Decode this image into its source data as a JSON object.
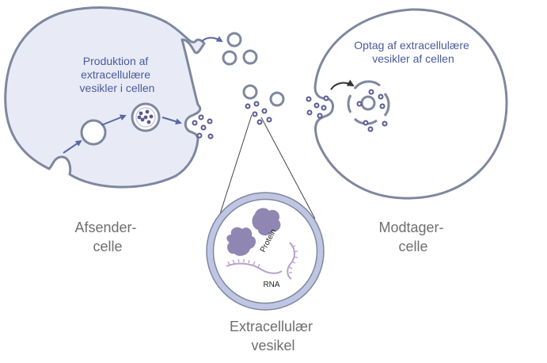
{
  "colors": {
    "cell_fill": "#e8ebf6",
    "cell_stroke": "#7e879e",
    "arrow_blue": "#5968a6",
    "label_blue": "#4a5a9c",
    "label_gray": "#6f6f6f",
    "dot_fill": "#5a5a93",
    "protein": "#8f86b2",
    "rna": "#b7a2cd",
    "vesicle_ring": "#bfc6e3",
    "arrow_black": "#333333"
  },
  "labels": {
    "production_line1": "Produktion af",
    "production_line2": "extracellulære",
    "production_line3": "vesikler i cellen",
    "uptake_line1": "Optag af extracellulære",
    "uptake_line2": "vesikler af cellen",
    "sender_line1": "Afsender-",
    "sender_line2": "celle",
    "receiver_line1": "Modtager-",
    "receiver_line2": "celle",
    "vesicle_line1": "Extracellulær",
    "vesicle_line2": "vesikel",
    "protein": "Protein",
    "rna": "RNA"
  }
}
